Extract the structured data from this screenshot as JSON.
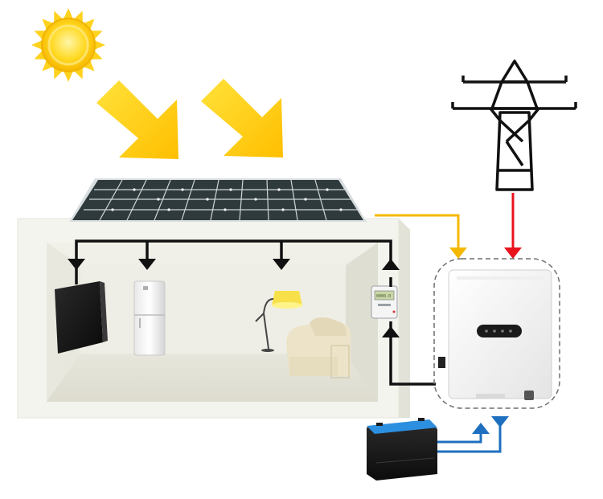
{
  "diagram": {
    "type": "hybrid-solar-system",
    "nodes": [
      {
        "id": "sun",
        "icon": "sun-icon"
      },
      {
        "id": "solar-panel",
        "icon": "solar-panel-icon"
      },
      {
        "id": "house",
        "icon": "house-cutaway"
      },
      {
        "id": "tv",
        "icon": "television-icon"
      },
      {
        "id": "fridge",
        "icon": "refrigerator-icon"
      },
      {
        "id": "lamp",
        "icon": "floor-lamp-icon"
      },
      {
        "id": "sofa",
        "icon": "sofa-icon"
      },
      {
        "id": "meter",
        "icon": "energy-meter-icon",
        "display": "0000.0"
      },
      {
        "id": "inverter",
        "icon": "hybrid-inverter-icon"
      },
      {
        "id": "grid",
        "icon": "power-pylon-icon"
      },
      {
        "id": "battery",
        "icon": "battery-icon"
      }
    ],
    "flows": [
      {
        "from": "sun",
        "to": "solar-panel",
        "kind": "sunlight"
      },
      {
        "from": "solar-panel",
        "to": "inverter",
        "kind": "dc-solar"
      },
      {
        "from": "grid",
        "to": "inverter",
        "kind": "grid"
      },
      {
        "from": "inverter",
        "to": "meter",
        "kind": "ac-load"
      },
      {
        "from": "meter",
        "to": "house",
        "kind": "ac-load"
      },
      {
        "from": "inverter",
        "to": "battery",
        "kind": "battery-charge"
      },
      {
        "from": "battery",
        "to": "inverter",
        "kind": "battery-discharge"
      }
    ]
  },
  "colors": {
    "sun": "#ffd21f",
    "sunlight_arrow": "#ffc800",
    "solar_line": "#f5b800",
    "grid_line": "#e8141e",
    "ac_line": "#111111",
    "battery_line": "#1e6fc0",
    "lamp_glow": "#f7e04a",
    "house_wall": "#eeede5",
    "panel_cell": "#2f3a3d"
  }
}
